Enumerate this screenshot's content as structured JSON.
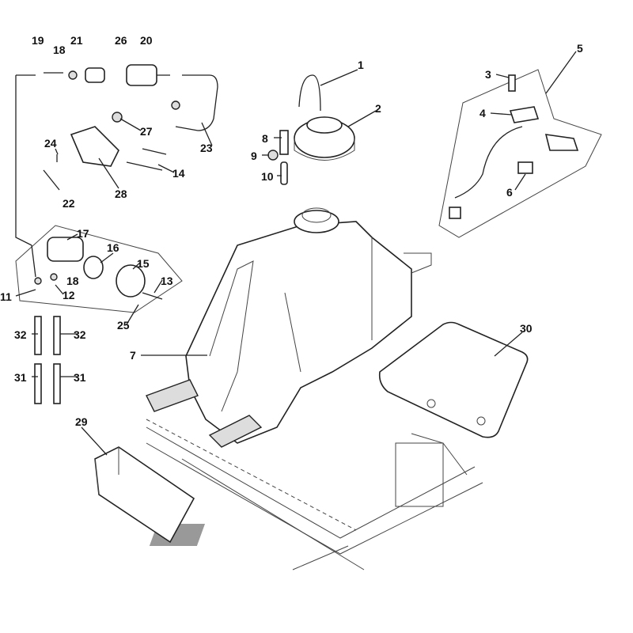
{
  "title": "Fuel tank assembly exploded parts diagram",
  "labels": {
    "l1": "1",
    "l2": "2",
    "l3": "3",
    "l4": "4",
    "l5": "5",
    "l6": "6",
    "l7": "7",
    "l8": "8",
    "l9": "9",
    "l10": "10",
    "l11": "11",
    "l12": "12",
    "l13": "13",
    "l14": "14",
    "l15": "15",
    "l16": "16",
    "l17": "17",
    "l18a": "18",
    "l18b": "18",
    "l19": "19",
    "l20": "20",
    "l21": "21",
    "l22": "22",
    "l23": "23",
    "l24": "24",
    "l25": "25",
    "l26": "26",
    "l27": "27",
    "l28": "28",
    "l29": "29",
    "l30": "30",
    "l31a": "31",
    "l31b": "31",
    "l32a": "32",
    "l32b": "32"
  },
  "colors": {
    "line": "#222222",
    "background": "#ffffff"
  }
}
